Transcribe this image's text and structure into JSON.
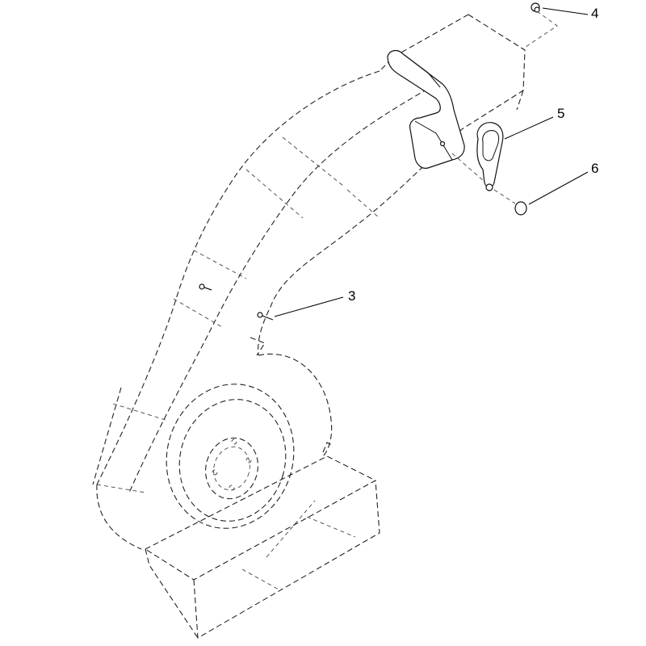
{
  "callouts": [
    {
      "id": "3",
      "label": "3"
    },
    {
      "id": "4",
      "label": "4"
    },
    {
      "id": "5",
      "label": "5"
    },
    {
      "id": "6",
      "label": "6"
    }
  ]
}
